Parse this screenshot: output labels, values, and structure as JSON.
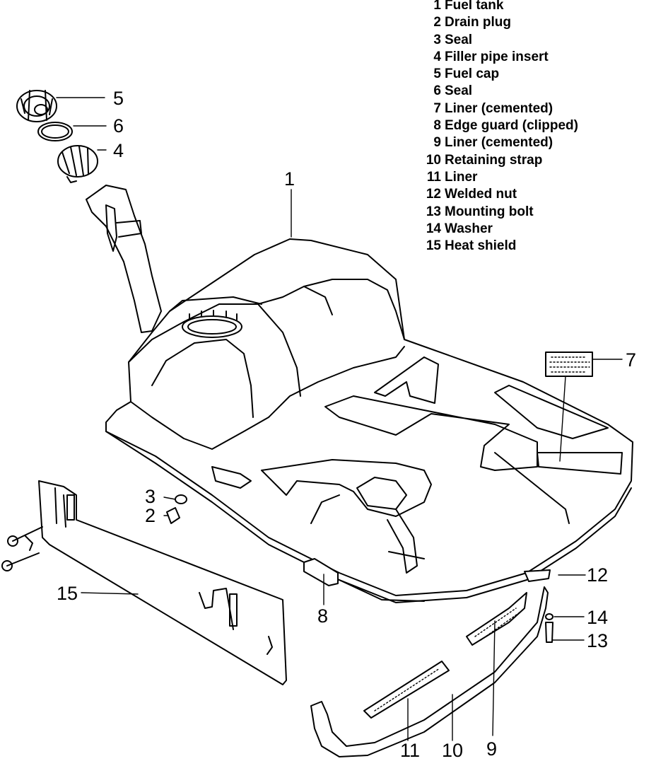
{
  "legend": [
    {
      "num": "1",
      "label": "Fuel tank"
    },
    {
      "num": "2",
      "label": "Drain plug"
    },
    {
      "num": "3",
      "label": "Seal"
    },
    {
      "num": "4",
      "label": "Filler pipe insert"
    },
    {
      "num": "5",
      "label": "Fuel cap"
    },
    {
      "num": "6",
      "label": "Seal"
    },
    {
      "num": "7",
      "label": "Liner (cemented)"
    },
    {
      "num": "8",
      "label": "Edge guard (clipped)"
    },
    {
      "num": "9",
      "label": "Liner (cemented)"
    },
    {
      "num": "10",
      "label": "Retaining strap"
    },
    {
      "num": "11",
      "label": "Liner"
    },
    {
      "num": "12",
      "label": "Welded nut"
    },
    {
      "num": "13",
      "label": "Mounting bolt"
    },
    {
      "num": "14",
      "label": "Washer"
    },
    {
      "num": "15",
      "label": "Heat shield"
    }
  ],
  "callouts": {
    "c1": "1",
    "c2": "2",
    "c3": "3",
    "c4": "4",
    "c5": "5",
    "c6": "6",
    "c7": "7",
    "c8": "8",
    "c9": "9",
    "c10": "10",
    "c11": "11",
    "c12": "12",
    "c13": "13",
    "c14": "14",
    "c15": "15"
  }
}
